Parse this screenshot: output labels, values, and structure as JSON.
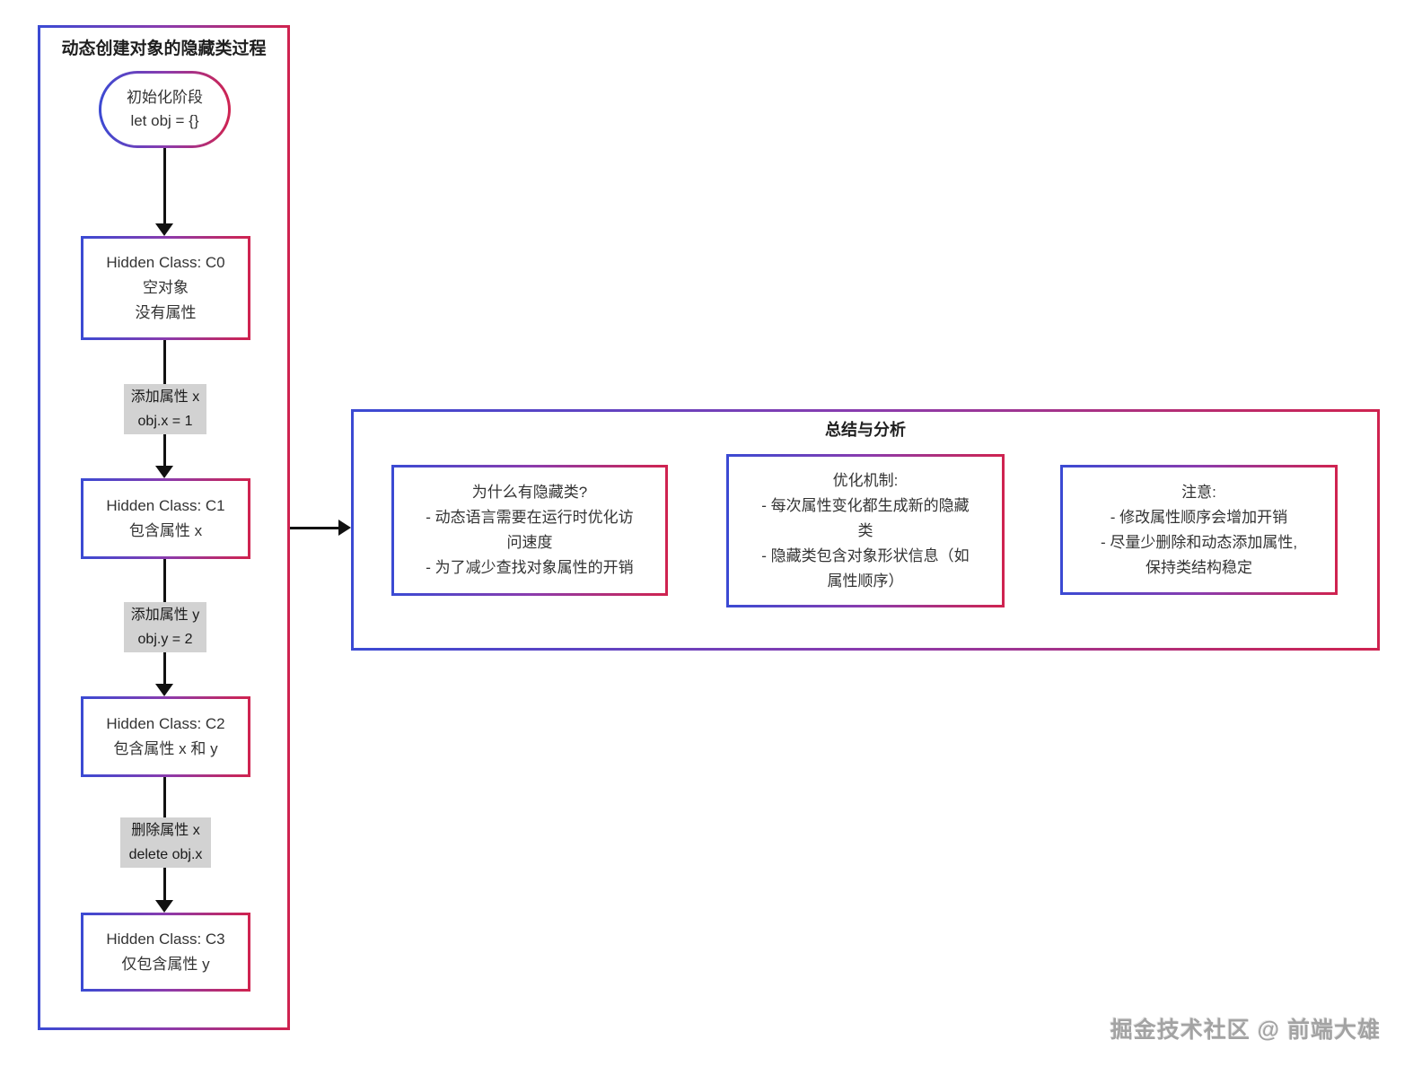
{
  "diagram": {
    "flow": {
      "title": "动态创建对象的隐藏类过程",
      "start": "初始化阶段\nlet obj = {}",
      "nodes": [
        {
          "text": "Hidden Class: C0\n空对象\n没有属性"
        },
        {
          "text": "Hidden Class: C1\n包含属性 x"
        },
        {
          "text": "Hidden Class: C2\n包含属性 x 和 y"
        },
        {
          "text": "Hidden Class: C3\n仅包含属性 y"
        }
      ],
      "edge_labels": [
        {
          "text": "添加属性 x\nobj.x = 1"
        },
        {
          "text": "添加属性 y\nobj.y = 2"
        },
        {
          "text": "删除属性 x\ndelete obj.x"
        }
      ]
    },
    "summary": {
      "title": "总结与分析",
      "boxes": [
        {
          "text": "为什么有隐藏类?\n- 动态语言需要在运行时优化访\n问速度\n- 为了减少查找对象属性的开销"
        },
        {
          "text": "优化机制:\n- 每次属性变化都生成新的隐藏\n类\n- 隐藏类包含对象形状信息（如\n属性顺序）"
        },
        {
          "text": "注意:\n- 修改属性顺序会增加开销\n- 尽量少删除和动态添加属性,\n保持类结构稳定"
        }
      ]
    },
    "watermark": "掘金技术社区 @ 前端大雄",
    "colors": {
      "border_gradient_start": "#3b4ad3",
      "border_gradient_mid": "#8a3cae",
      "border_gradient_end": "#cf2350",
      "arrow": "#111111",
      "edge_label_bg": "#d2d2d2",
      "text": "#333333",
      "watermark": "#a3a3a3"
    }
  }
}
